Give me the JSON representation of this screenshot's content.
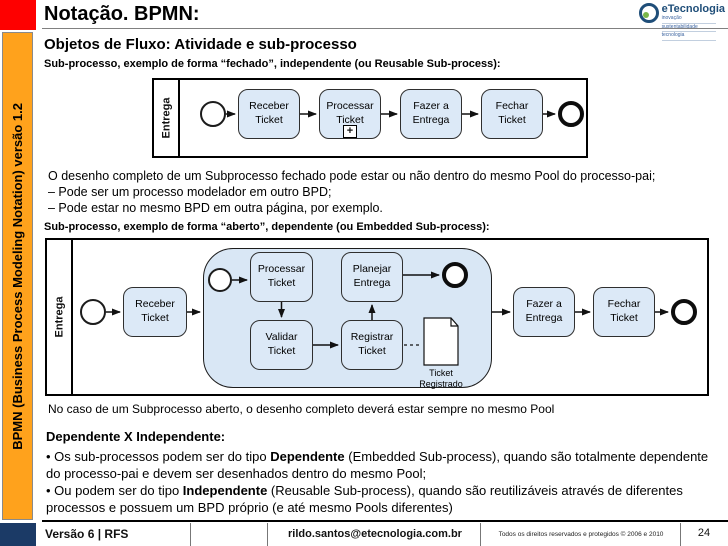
{
  "colors": {
    "sidebar_orange": "#FFA21C",
    "corner_red": "#FE0000",
    "corner_navy": "#1B3A66",
    "task_fill": "#DCE9F7",
    "subprocess_fill": "#D9E7F5",
    "logo_blue": "#1F4E79"
  },
  "sidebar": {
    "vertical_label": "BPMN (Business Process Modeling Notation) versão 1.2"
  },
  "header": {
    "title": "Notação. BPMN:",
    "logo": {
      "name": "eTecnologia",
      "taglines": [
        "inovação",
        "sustentabilidade",
        "tecnologia"
      ]
    }
  },
  "content": {
    "section_title": "Objetos de Fluxo: Atividade e sub-processo",
    "closed": {
      "caption": "Sub-processo, exemplo de forma “fechado”, independente (ou Reusable Sub-process):",
      "pool_label": "Entrega",
      "tasks": [
        "Receber Ticket",
        "Processar Ticket",
        "Fazer a Entrega",
        "Fechar Ticket"
      ],
      "subprocess_marker": "+"
    },
    "closed_notes": [
      "O desenho completo de um Subprocesso fechado pode estar ou não dentro do mesmo Pool do processo-pai;",
      "– Pode ser um processo modelador em outro BPD;",
      "– Pode estar no mesmo BPD em outra página, por exemplo."
    ],
    "open": {
      "caption": "Sub-processo, exemplo de forma “aberto”, dependente (ou Embedded  Sub-process):",
      "pool_label": "Entrega",
      "outer_tasks": [
        "Receber Ticket",
        "Fazer a Entrega",
        "Fechar Ticket"
      ],
      "inner_tasks": [
        "Processar Ticket",
        "Validar Ticket",
        "Registrar Ticket",
        "Planejar Entrega"
      ],
      "data_object_label": "Ticket Registrado"
    },
    "open_note": "No caso de um Subprocesso aberto, o desenho  completo deverá estar sempre no mesmo Pool",
    "dependency": {
      "title": "Dependente X Independente:",
      "bullet1_pre": "• Os sub-processos podem ser do tipo ",
      "bullet1_bold": "Dependente",
      "bullet1_post": " (Embedded  Sub-process), quando são totalmente dependente do processo-pai e devem ser desenhados dentro do mesmo Pool;",
      "bullet2_pre": "• Ou podem ser do tipo ",
      "bullet2_bold": "Independente",
      "bullet2_post": " (Reusable Sub-process), quando são reutilizáveis através de diferentes processos e possuem um BPD próprio (e até mesmo Pools diferentes)"
    }
  },
  "footer": {
    "version": "Versão 6 | RFS",
    "email": "rildo.santos@etecnologia.com.br",
    "rights": "Todos os direitos reservados e protegidos © 2006 e 2010",
    "page": "24"
  }
}
